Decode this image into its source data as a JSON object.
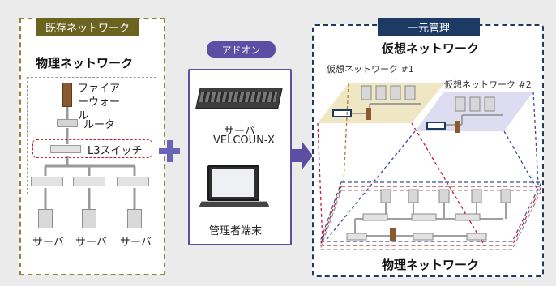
{
  "left": {
    "tag": "既存ネットワーク",
    "heading": "物理ネットワーク",
    "firewall": "ファイアーウォール",
    "router": "ルータ",
    "l3switch": "L3スイッチ",
    "servers": [
      "サーバ",
      "サーバ",
      "サーバ"
    ]
  },
  "middle": {
    "tag": "アドオン",
    "server_label": "サーバ",
    "server_model": "VELCOUN-X",
    "terminal_label": "管理者端末"
  },
  "right": {
    "tag": "一元管理",
    "virtual_heading": "仮想ネットワーク",
    "vnet1": "仮想ネットワーク #1",
    "vnet2": "仮想ネットワーク #2",
    "physical_heading": "物理ネットワーク"
  },
  "colors": {
    "olive": "#6b6320",
    "navy": "#1d3a64",
    "purple": "#5b4ea3",
    "plus": "#6a64b6",
    "l3red": "#c0203a",
    "vnet1_fill": "#efe6c3",
    "vnet2_fill": "#dedcf0",
    "firewall_brown": "#8a5a2e"
  }
}
